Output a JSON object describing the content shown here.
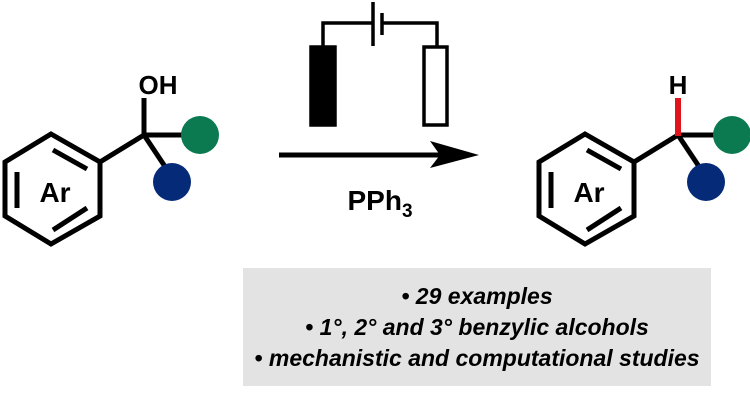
{
  "reactant": {
    "ring_label": "Ar",
    "substituent_label": "OH"
  },
  "product": {
    "ring_label": "Ar",
    "substituent_label": "H"
  },
  "conditions": {
    "reagent": "PPh",
    "reagent_subscript": "3"
  },
  "summary": {
    "items": [
      "• 29 examples",
      "• 1°, 2° and 3° benzylic alcohols",
      "• mechanistic and computational studies"
    ]
  },
  "colors": {
    "green": "#0b7a50",
    "blue": "#052a78",
    "red": "#e0141c",
    "box": "#e3e3e3"
  }
}
